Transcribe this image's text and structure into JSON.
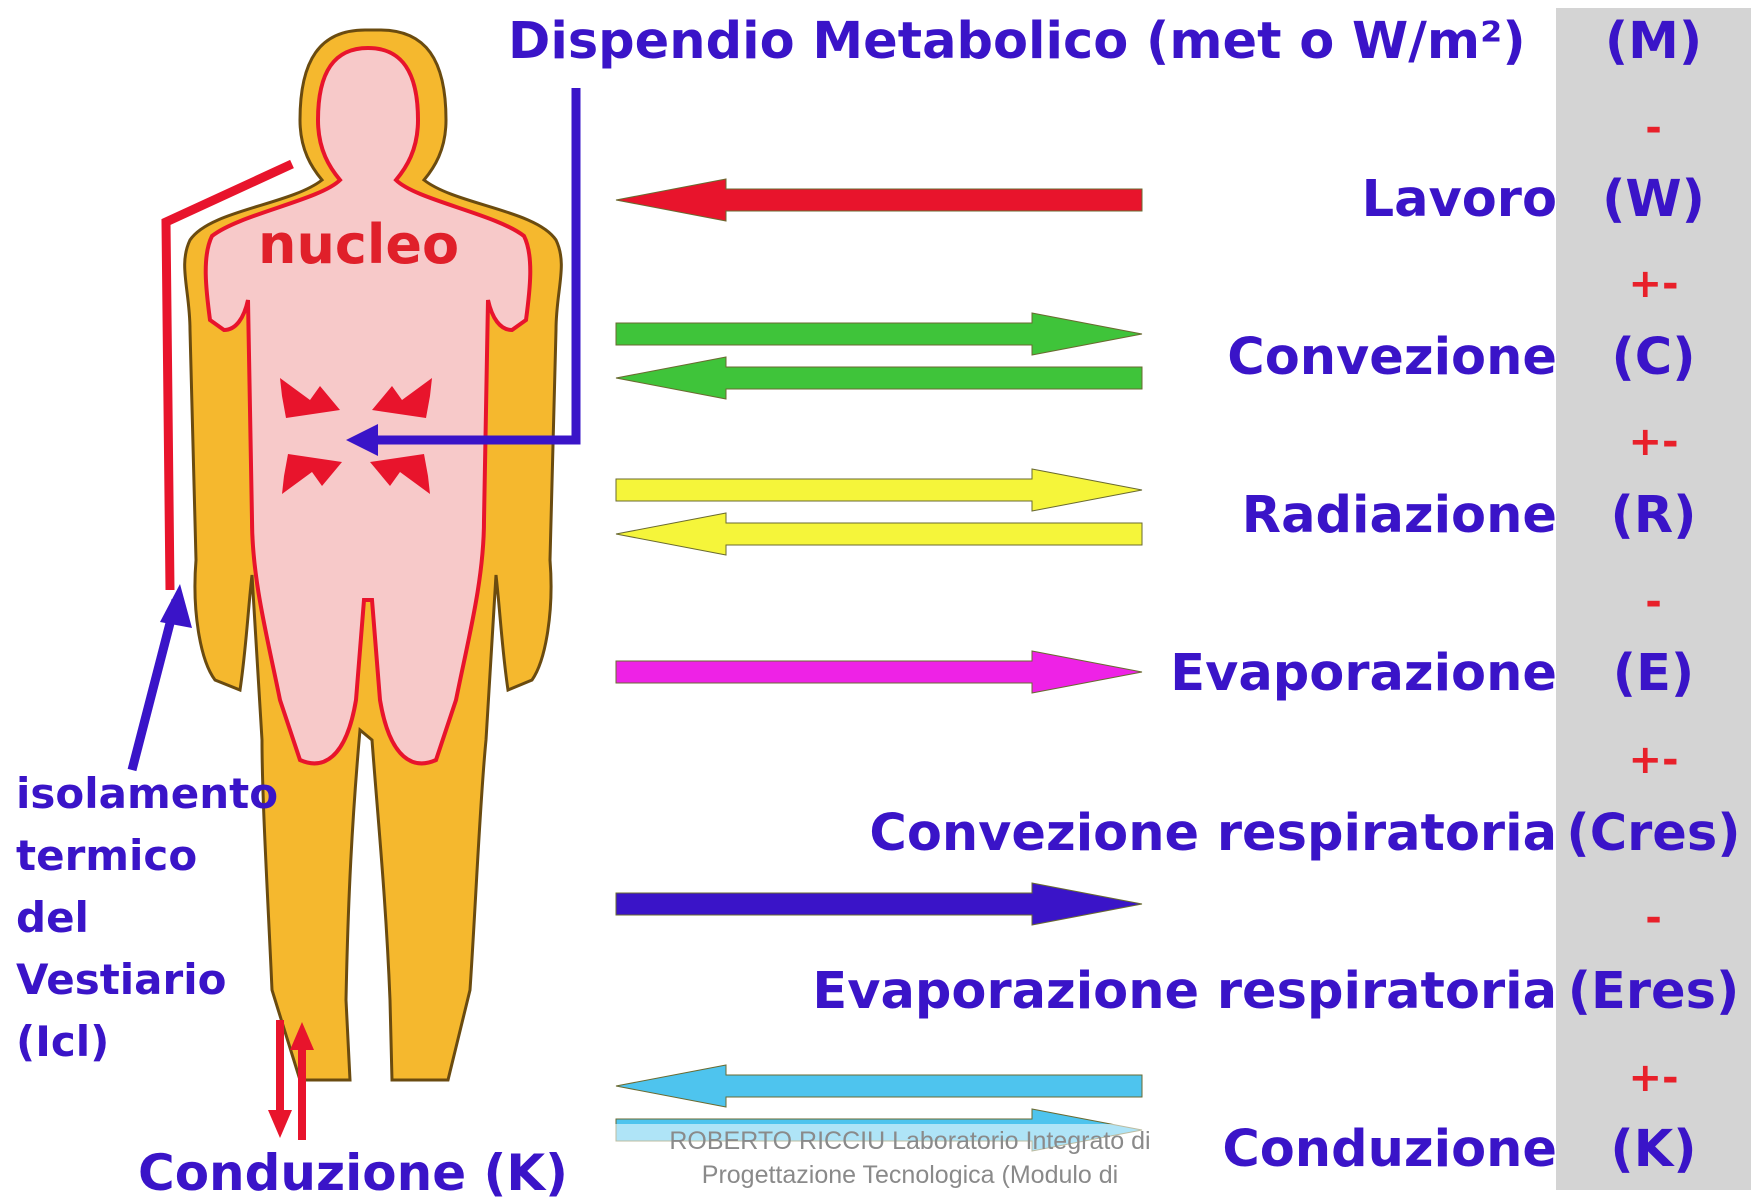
{
  "header": {
    "label": "Dispendio Metabolico (met o W/m²)",
    "symbol": "(M)"
  },
  "body_label": "nucleo",
  "insulation_label": [
    "isolamento",
    "termico",
    "del",
    "Vestiario",
    "(Icl)"
  ],
  "bottom_left_label": "Conduzione (K)",
  "terms": [
    {
      "label": "Lavoro",
      "symbol": "(W)",
      "sign_before": "-",
      "arrow_color": "#e8142c",
      "arrows": [
        "left"
      ]
    },
    {
      "label": "Convezione",
      "symbol": "(C)",
      "sign_before": "+-",
      "arrow_color": "#3fc43a",
      "arrows": [
        "right",
        "left"
      ]
    },
    {
      "label": "Radiazione",
      "symbol": "(R)",
      "sign_before": "+-",
      "arrow_color": "#f5f53a",
      "arrows": [
        "right",
        "left"
      ]
    },
    {
      "label": "Evaporazione",
      "symbol": "(E)",
      "sign_before": "-",
      "arrow_color": "#ee22e6",
      "arrows": [
        "right"
      ]
    },
    {
      "label": "Convezione respiratoria",
      "symbol": "(Cres)",
      "sign_before": "+-",
      "arrow_color": "#3a14c8",
      "arrows": [
        "right"
      ]
    },
    {
      "label": "Evaporazione respiratoria",
      "symbol": "(Eres)",
      "sign_before": "-",
      "arrow_color": "",
      "arrows": []
    },
    {
      "label": "Conduzione",
      "symbol": "(K)",
      "sign_before": "+-",
      "arrow_color": "#4ec4ee",
      "arrows": [
        "left",
        "right"
      ]
    }
  ],
  "credits": {
    "line1": "ROBERTO RICCIU   Laboratorio Integrato di",
    "line2": "Progettazione Tecnologica (Modulo di"
  },
  "colors": {
    "label_text": "#3a14c8",
    "sign_text": "#e8202a",
    "body_fill": "#f5b82e",
    "core_fill": "#f7c9c9",
    "core_outline": "#e8142c",
    "symbol_column": "#d4d4d4"
  }
}
